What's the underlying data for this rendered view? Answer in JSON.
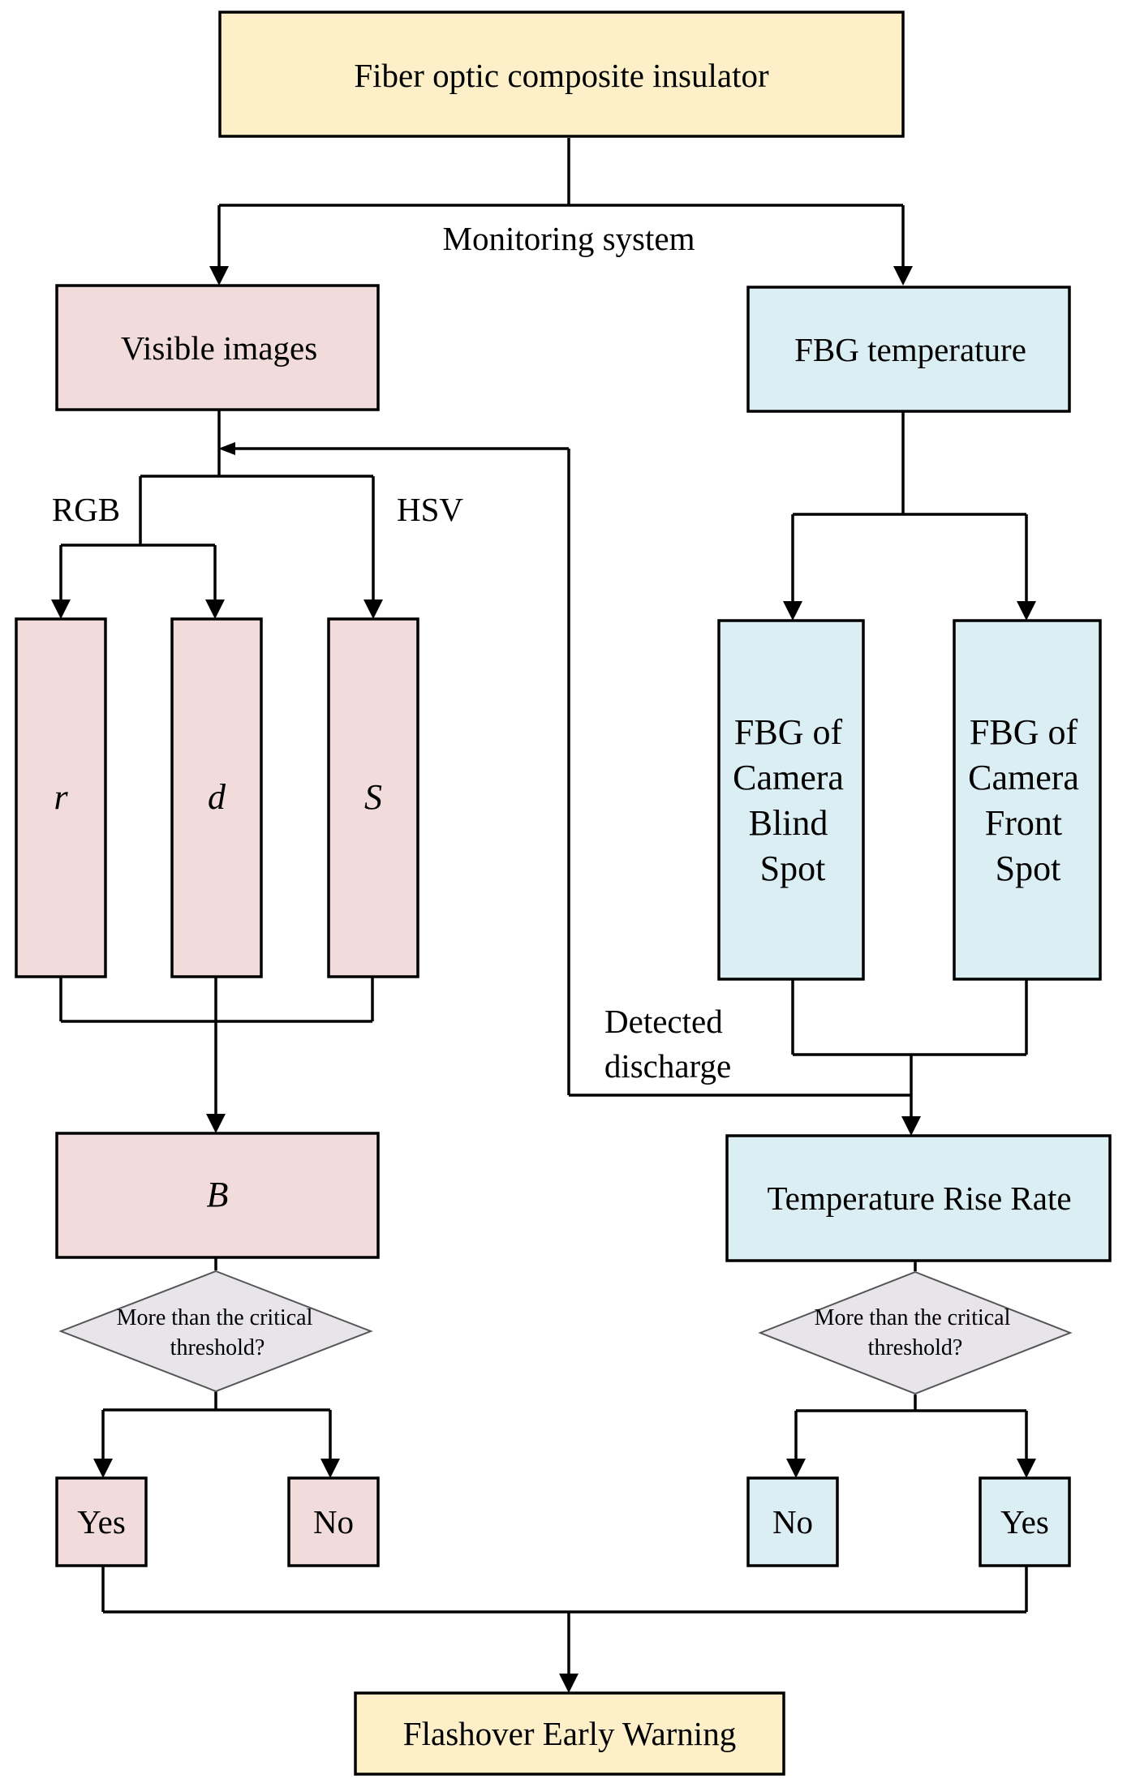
{
  "colors": {
    "yellow": "#fdf0c8",
    "pink": "#f2dcdb",
    "blue": "#dbeef3",
    "diamond": "#e8e5ea"
  },
  "nodes": {
    "top": "Fiber optic composite insulator",
    "monitoring": "Monitoring system",
    "visible": "Visible images",
    "fbg_temp": "FBG temperature",
    "rgb": "RGB",
    "hsv": "HSV",
    "r": "r",
    "d": "d",
    "s": "S",
    "blind_spot": [
      "FBG of",
      "Camera",
      "Blind",
      "Spot"
    ],
    "front_spot": [
      "FBG of",
      "Camera",
      "Front",
      "Spot"
    ],
    "detected": [
      "Detected",
      "discharge"
    ],
    "b": "B",
    "rise_rate": "Temperature Rise Rate",
    "threshold_left": [
      "More than the critical",
      "threshold?"
    ],
    "threshold_right": [
      "More than the critical",
      "threshold?"
    ],
    "yes_left": "Yes",
    "no_left": "No",
    "no_right": "No",
    "yes_right": "Yes",
    "warning": "Flashover Early Warning"
  }
}
